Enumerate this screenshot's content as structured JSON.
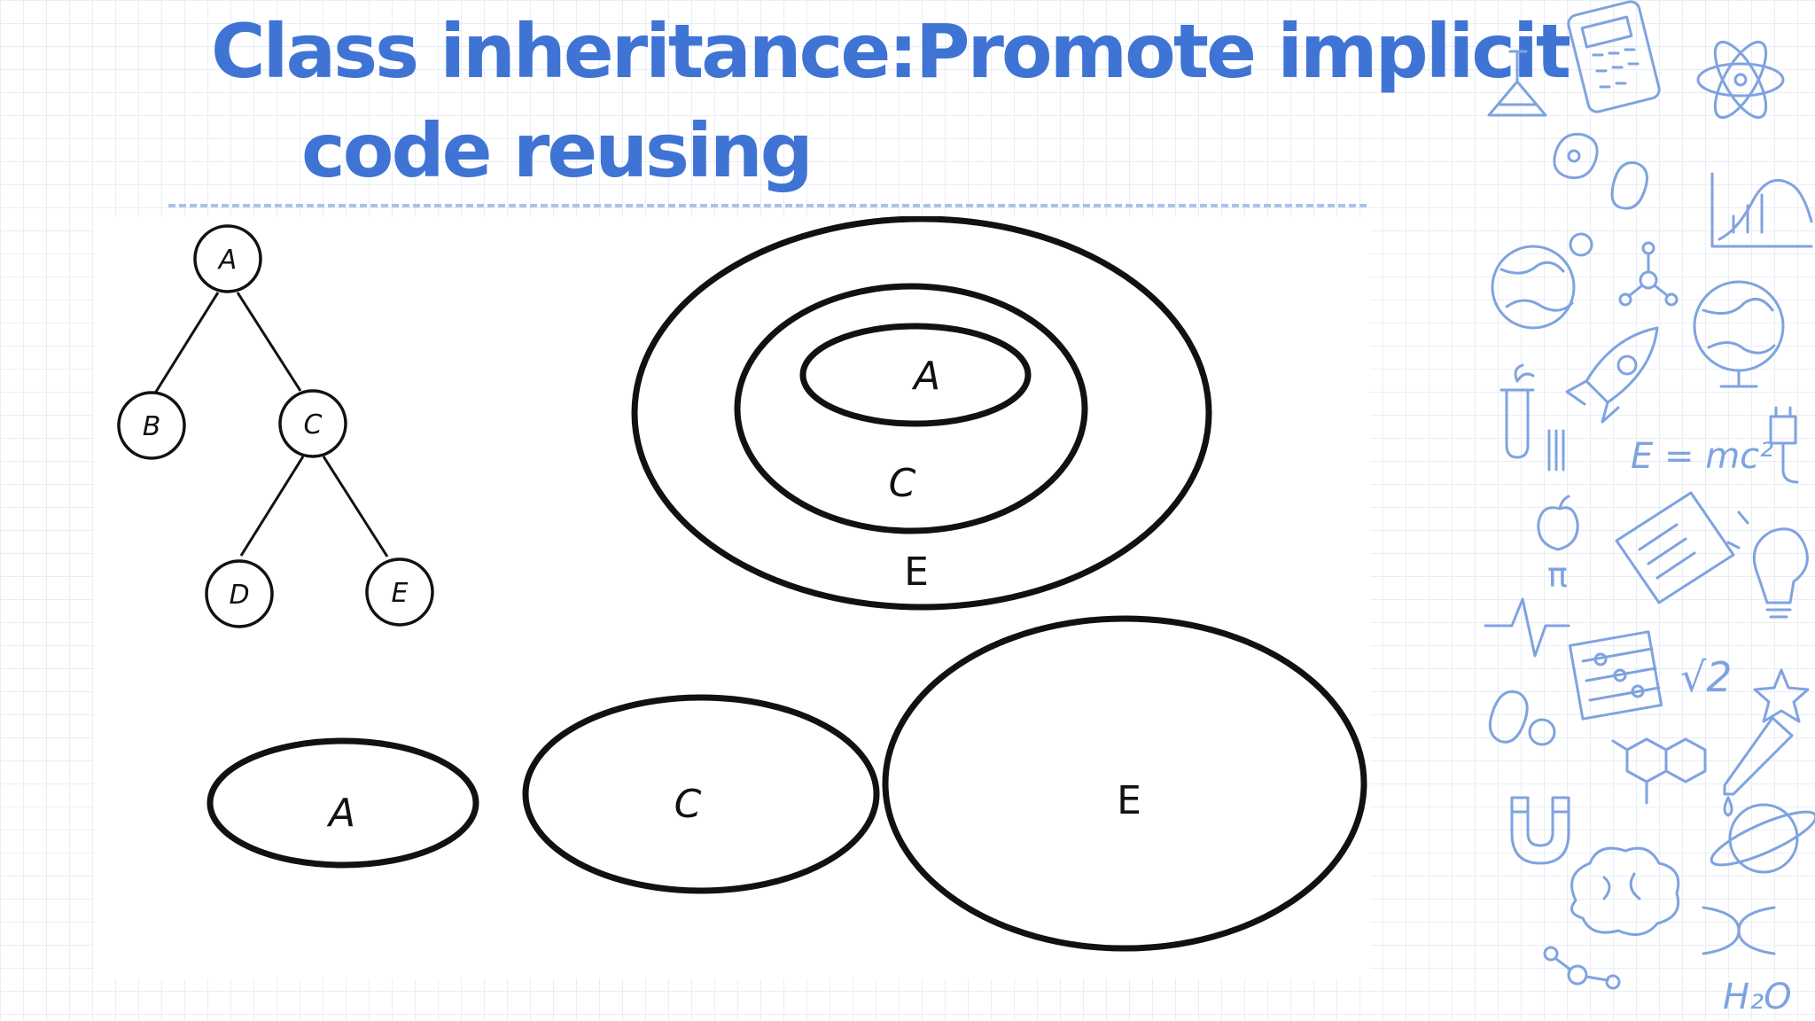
{
  "slide": {
    "title_line_1": "Class  inheritance:Promote implicit",
    "title_line_2": "code reusing"
  },
  "tree": {
    "nodes": [
      {
        "id": "A",
        "label": "A"
      },
      {
        "id": "B",
        "label": "B"
      },
      {
        "id": "C",
        "label": "C"
      },
      {
        "id": "D",
        "label": "D"
      },
      {
        "id": "E",
        "label": "E"
      }
    ],
    "edges": [
      [
        "A",
        "B"
      ],
      [
        "A",
        "C"
      ],
      [
        "C",
        "D"
      ],
      [
        "C",
        "E"
      ]
    ]
  },
  "nested_containment": {
    "outer_label": "E",
    "middle_label": "C",
    "inner_label": "A"
  },
  "separate_objects": {
    "labels": [
      "A",
      "C",
      "E"
    ]
  },
  "colors": {
    "title": "#3f74d4",
    "divider": "#a9c3ea",
    "ink": "#111111",
    "doodle": "#7fa3e0"
  },
  "decor_icons": [
    "flask-icon",
    "calculator-icon",
    "atom-icon",
    "bacteria-icon",
    "chart-icon",
    "globe-icon",
    "molecule-icon",
    "rocket-icon",
    "test-tube-icon",
    "apple-icon",
    "book-icon",
    "lightbulb-icon",
    "abacus-icon",
    "pills-icon",
    "hexagon-molecule-icon",
    "pipette-icon",
    "magnet-icon",
    "brain-icon",
    "planet-icon",
    "plug-icon"
  ],
  "decor_text": {
    "formula": "E = mc²",
    "pi": "π",
    "sqrt": "√2",
    "water": "H₂O"
  }
}
